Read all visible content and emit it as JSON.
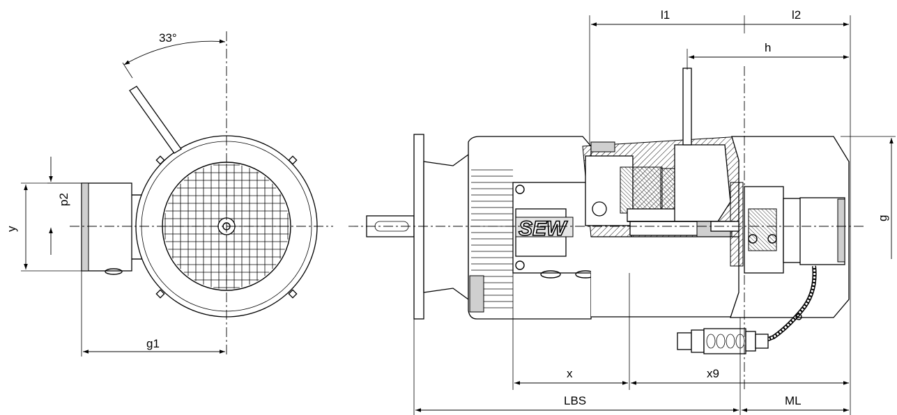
{
  "labels": {
    "angle": "33°",
    "y": "y",
    "p2": "p2",
    "g1": "g1",
    "l1": "l1",
    "l2": "l2",
    "h": "h",
    "g": "g",
    "x": "x",
    "x9": "x9",
    "lbs": "LBS",
    "ml": "ML",
    "brand": "SEW"
  }
}
